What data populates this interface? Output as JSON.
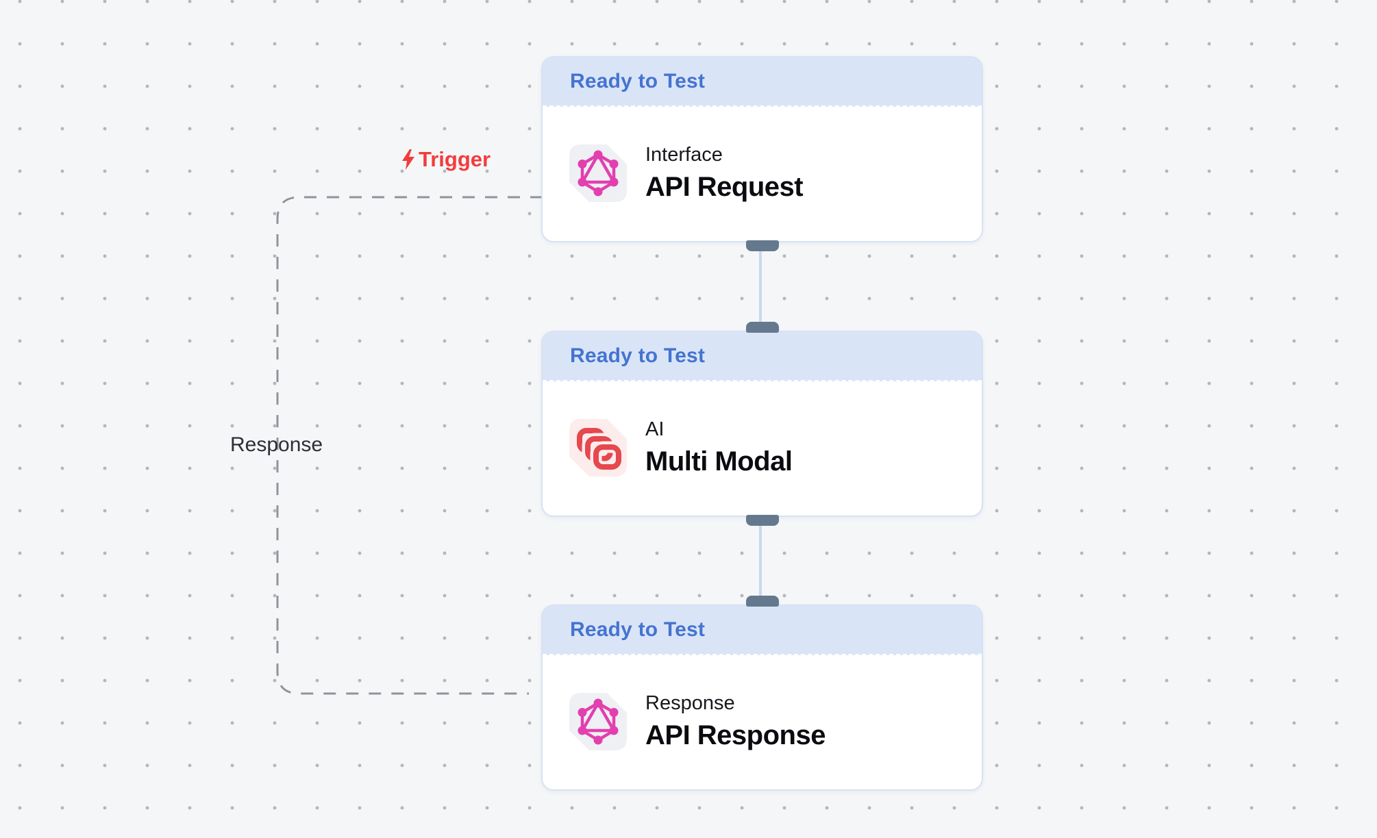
{
  "canvas": {
    "background_color": "#f5f6f8",
    "grid_dot_color": "#b3b7bd"
  },
  "edges": {
    "trigger_label": "Trigger",
    "response_label": "Response"
  },
  "nodes": [
    {
      "status": "Ready to Test",
      "kind": "Interface",
      "title": "API Request",
      "icon": "graphql-icon"
    },
    {
      "status": "Ready to Test",
      "kind": "AI",
      "title": "Multi Modal",
      "icon": "multimodal-icon"
    },
    {
      "status": "Ready to Test",
      "kind": "Response",
      "title": "API Response",
      "icon": "graphql-icon"
    }
  ],
  "colors": {
    "status_text": "#4573d0",
    "status_header_bg": "#d9e5f7",
    "card_border": "#d7e2f3",
    "handle": "#64798e",
    "connector_line": "#c9d9ee",
    "dashed_edge": "#8f949b",
    "trigger_red": "#f23c3c",
    "graphql_pink": "#e23faf",
    "ai_red": "#e5484d",
    "tile_gray_bg": "#eef0f4",
    "tile_pink_bg": "#fdecec"
  }
}
